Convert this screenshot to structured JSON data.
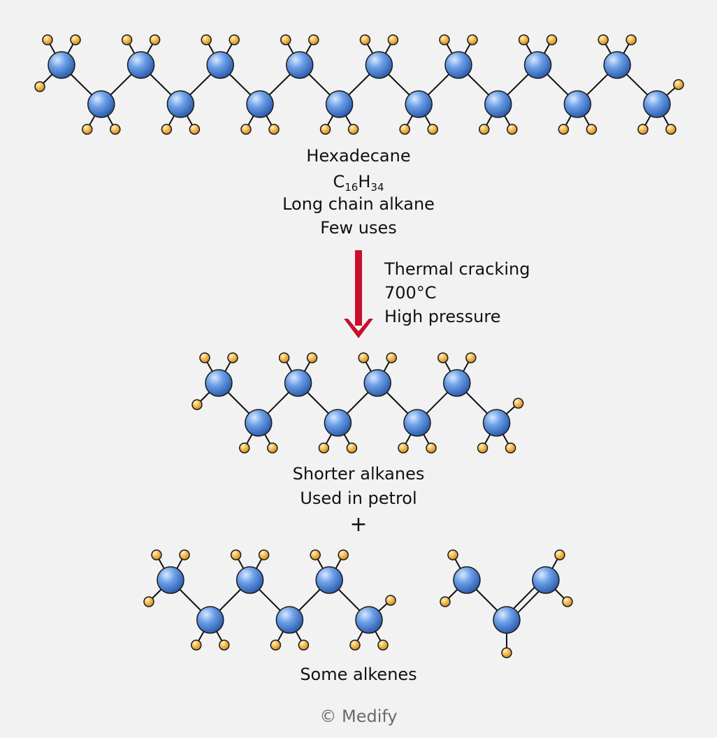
{
  "reactant": {
    "name": "Hexadecane",
    "formula_c": "C",
    "formula_c_sub": "16",
    "formula_h": "H",
    "formula_h_sub": "34",
    "description": "Long chain alkane",
    "note": "Few uses"
  },
  "conditions": {
    "process": "Thermal cracking",
    "temperature": "700°C",
    "pressure": "High pressure"
  },
  "product_alkanes": {
    "name": "Shorter alkanes",
    "use": "Used in petrol"
  },
  "plus": "+",
  "product_alkenes": {
    "name": "Some alkenes"
  },
  "credit": "© Medify",
  "colors": {
    "background": "#f2f2f2",
    "carbon": "#4f86d4",
    "hydrogen": "#f2b84a",
    "arrow": "#c8102e",
    "bond": "#111111"
  }
}
